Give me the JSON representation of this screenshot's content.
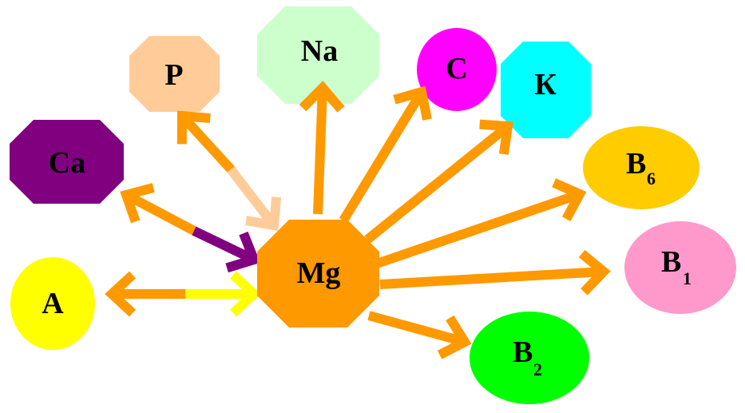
{
  "diagram": {
    "center": {
      "label": "Mg",
      "color": "#ff9900"
    },
    "nodes": [
      {
        "id": "ca",
        "label": "Ca",
        "sub": "",
        "color": "#800080",
        "arrow_color": "#800080"
      },
      {
        "id": "p",
        "label": "P",
        "sub": "",
        "color": "#ffcc99",
        "arrow_color": "#ffcc99"
      },
      {
        "id": "na",
        "label": "Na",
        "sub": "",
        "color": "#ccffcc"
      },
      {
        "id": "c",
        "label": "C",
        "sub": "",
        "color": "#ff00ff"
      },
      {
        "id": "k",
        "label": "К",
        "sub": "",
        "color": "#00ffff"
      },
      {
        "id": "b6",
        "label": "B",
        "sub": "6",
        "color": "#ffcc00"
      },
      {
        "id": "b1",
        "label": "B",
        "sub": "1",
        "color": "#ff99cc"
      },
      {
        "id": "b2",
        "label": "B",
        "sub": "2",
        "color": "#00ff00"
      },
      {
        "id": "a",
        "label": "A",
        "sub": "",
        "color": "#ffff00",
        "arrow_color": "#ffff00"
      }
    ],
    "arrow_color": "#ff9900"
  }
}
